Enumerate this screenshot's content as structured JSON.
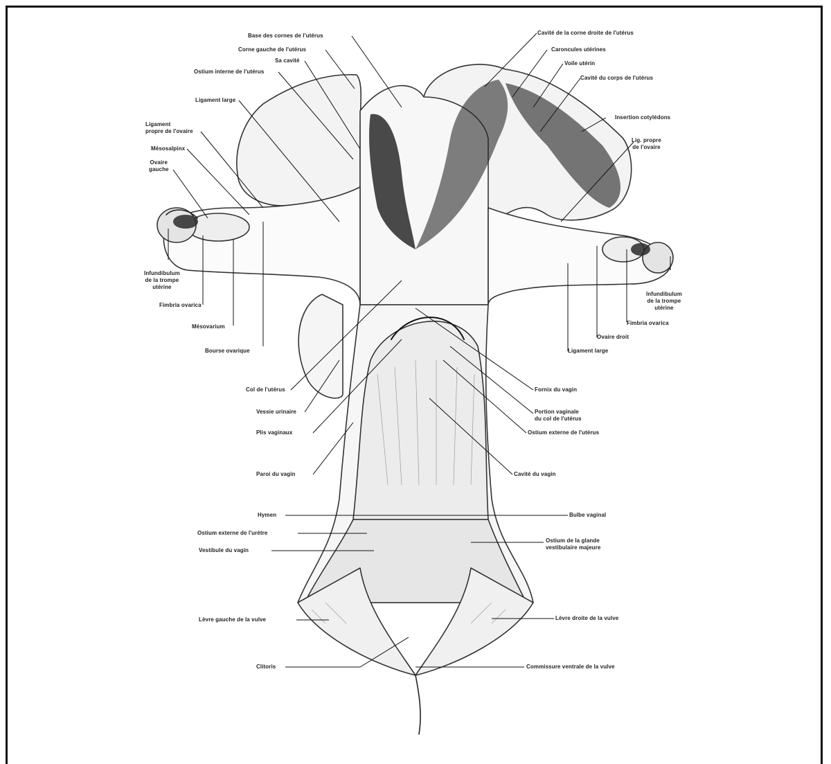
{
  "labels": {
    "base_cornes": "Base des cornes de l'utérus",
    "corne_gauche": "Corne gauche de l'utérus",
    "sa_cavite": "Sa cavité",
    "ostium_interne": "Ostium interne de l'utérus",
    "ligament_large_top": "Ligament large",
    "ligament_propre_ovaire": "Ligament\npropre de l'ovaire",
    "mesosalpinx": "Mésosalpinx",
    "ovaire_gauche": "Ovaire\ngauche",
    "infundibulum_gauche": "Infundibulum\nde la trompe\nutérine",
    "fimbria_gauche": "Fimbria ovarica",
    "mesovarium": "Mésovarium",
    "bourse_ovarique": "Bourse ovarique",
    "col_uterus": "Col de l'utérus",
    "vessie": "Vessie urinaire",
    "plis_vaginaux": "Plis vaginaux",
    "paroi_vagin": "Paroi du vagin",
    "hymen": "Hymen",
    "ostium_urethre": "Ostium externe de l'urètre",
    "vestibule": "Vestibule du vagin",
    "levre_gauche": "Lèvre gauche de la vulve",
    "clitoris": "Clitoris",
    "cavite_corne_droite": "Cavité de la corne droite de l'utérus",
    "caroncules": "Caroncules utérines",
    "voile_uterin": "Voile utérin",
    "cavite_corps": "Cavité du corps de l'utérus",
    "insertion_cotyledons": "Insertion cotylédons",
    "lig_propre_ovaire_droit": "Lig. propre\nde l'ovaire",
    "infundibulum_droit": "Infundibulum\nde la trompe\nutérine",
    "fimbria_droit": "Fimbria ovarica",
    "ovaire_droit": "Ovaire droit",
    "ligament_large_bottom": "Ligament large",
    "fornix": "Fornix du vagin",
    "portion_vaginale": "Portion vaginale\ndu col de l'utérus",
    "ostium_externe": "Ostium externe de l'utérus",
    "cavite_vagin": "Cavité du vagin",
    "bulbe_vaginal": "Bulbe vaginal",
    "ostium_glande": "Ostium de la glande\nvestibulaire majeure",
    "levre_droite": "Lèvre droite de la vulve",
    "commissure": "Commissure ventrale de la vulve"
  }
}
